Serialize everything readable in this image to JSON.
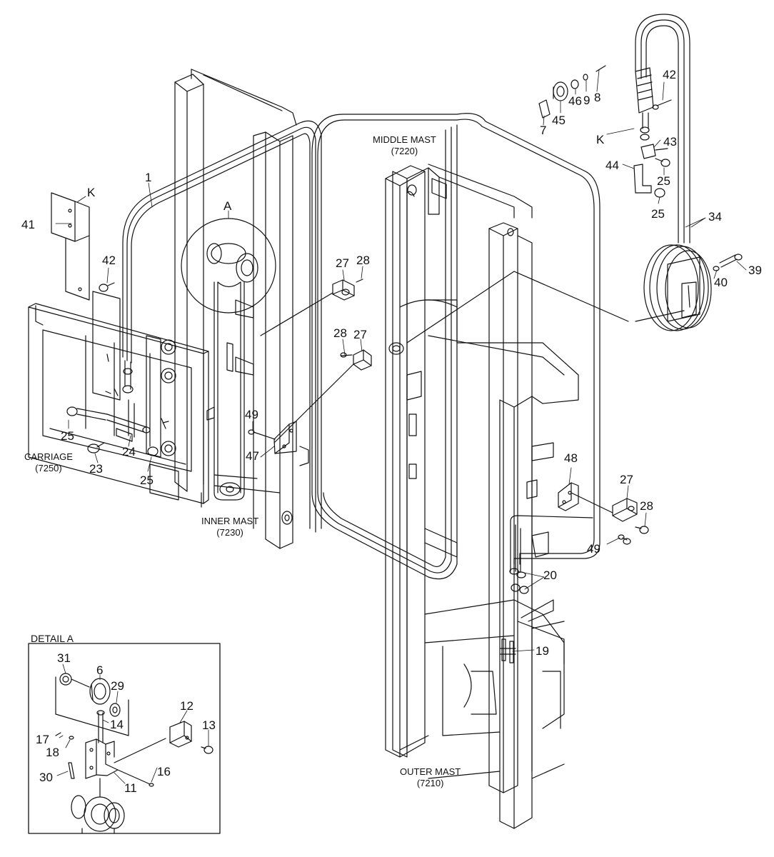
{
  "callouts": {
    "c1": "1",
    "cA": "A",
    "cK_left": "K",
    "c41": "41",
    "c42_left": "42",
    "c25_a": "25",
    "c24": "24",
    "c23": "23",
    "c25_b": "25",
    "c27_a": "27",
    "c28_a": "28",
    "c28_b": "28",
    "c27_b": "27",
    "c49_a": "49",
    "c47": "47",
    "c7": "7",
    "c45": "45",
    "c46": "46",
    "c9": "9",
    "c8": "8",
    "c42_right": "42",
    "cK_right": "K",
    "c43": "43",
    "c44": "44",
    "c25_c": "25",
    "c25_d": "25",
    "c34": "34",
    "c39": "39",
    "c40": "40",
    "c48": "48",
    "c27_c": "27",
    "c28_c": "28",
    "c49_b": "49",
    "c20": "20",
    "c19": "19"
  },
  "detail_callouts": {
    "d31": "31",
    "d6": "6",
    "d29": "29",
    "d12": "12",
    "d14": "14",
    "d13": "13",
    "d17": "17",
    "d18": "18",
    "d30": "30",
    "d11": "11",
    "d16": "16"
  },
  "captions": {
    "middle_mast": "MIDDLE MAST",
    "middle_mast_code": "(7220)",
    "carriage": "CARRIAGE",
    "carriage_code": "(7250)",
    "inner_mast": "INNER MAST",
    "inner_mast_code": "(7230)",
    "outer_mast": "OUTER MAST",
    "outer_mast_code": "(7210)"
  },
  "detail": {
    "title": "DETAIL A"
  },
  "colors": {
    "line": "#111111",
    "background": "#ffffff"
  }
}
